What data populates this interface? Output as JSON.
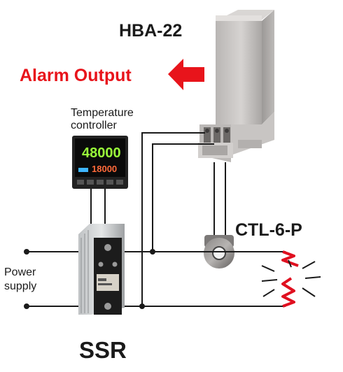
{
  "labels": {
    "device_name": "HBA-22",
    "alarm_output": "Alarm Output",
    "temp_controller_line1": "Temperature",
    "temp_controller_line2": "controller",
    "ct_sensor": "CTL-6-P",
    "power_line1": "Power",
    "power_line2": "supply",
    "ssr": "SSR"
  },
  "controller_display": {
    "pv": "48000",
    "sv": "18000"
  },
  "colors": {
    "alarm": "#e8141b",
    "wire": "#1a1a1a",
    "heater": "#e01020",
    "pv_digits": "#9aff3a",
    "sv_digits": "#ff6a3a"
  }
}
